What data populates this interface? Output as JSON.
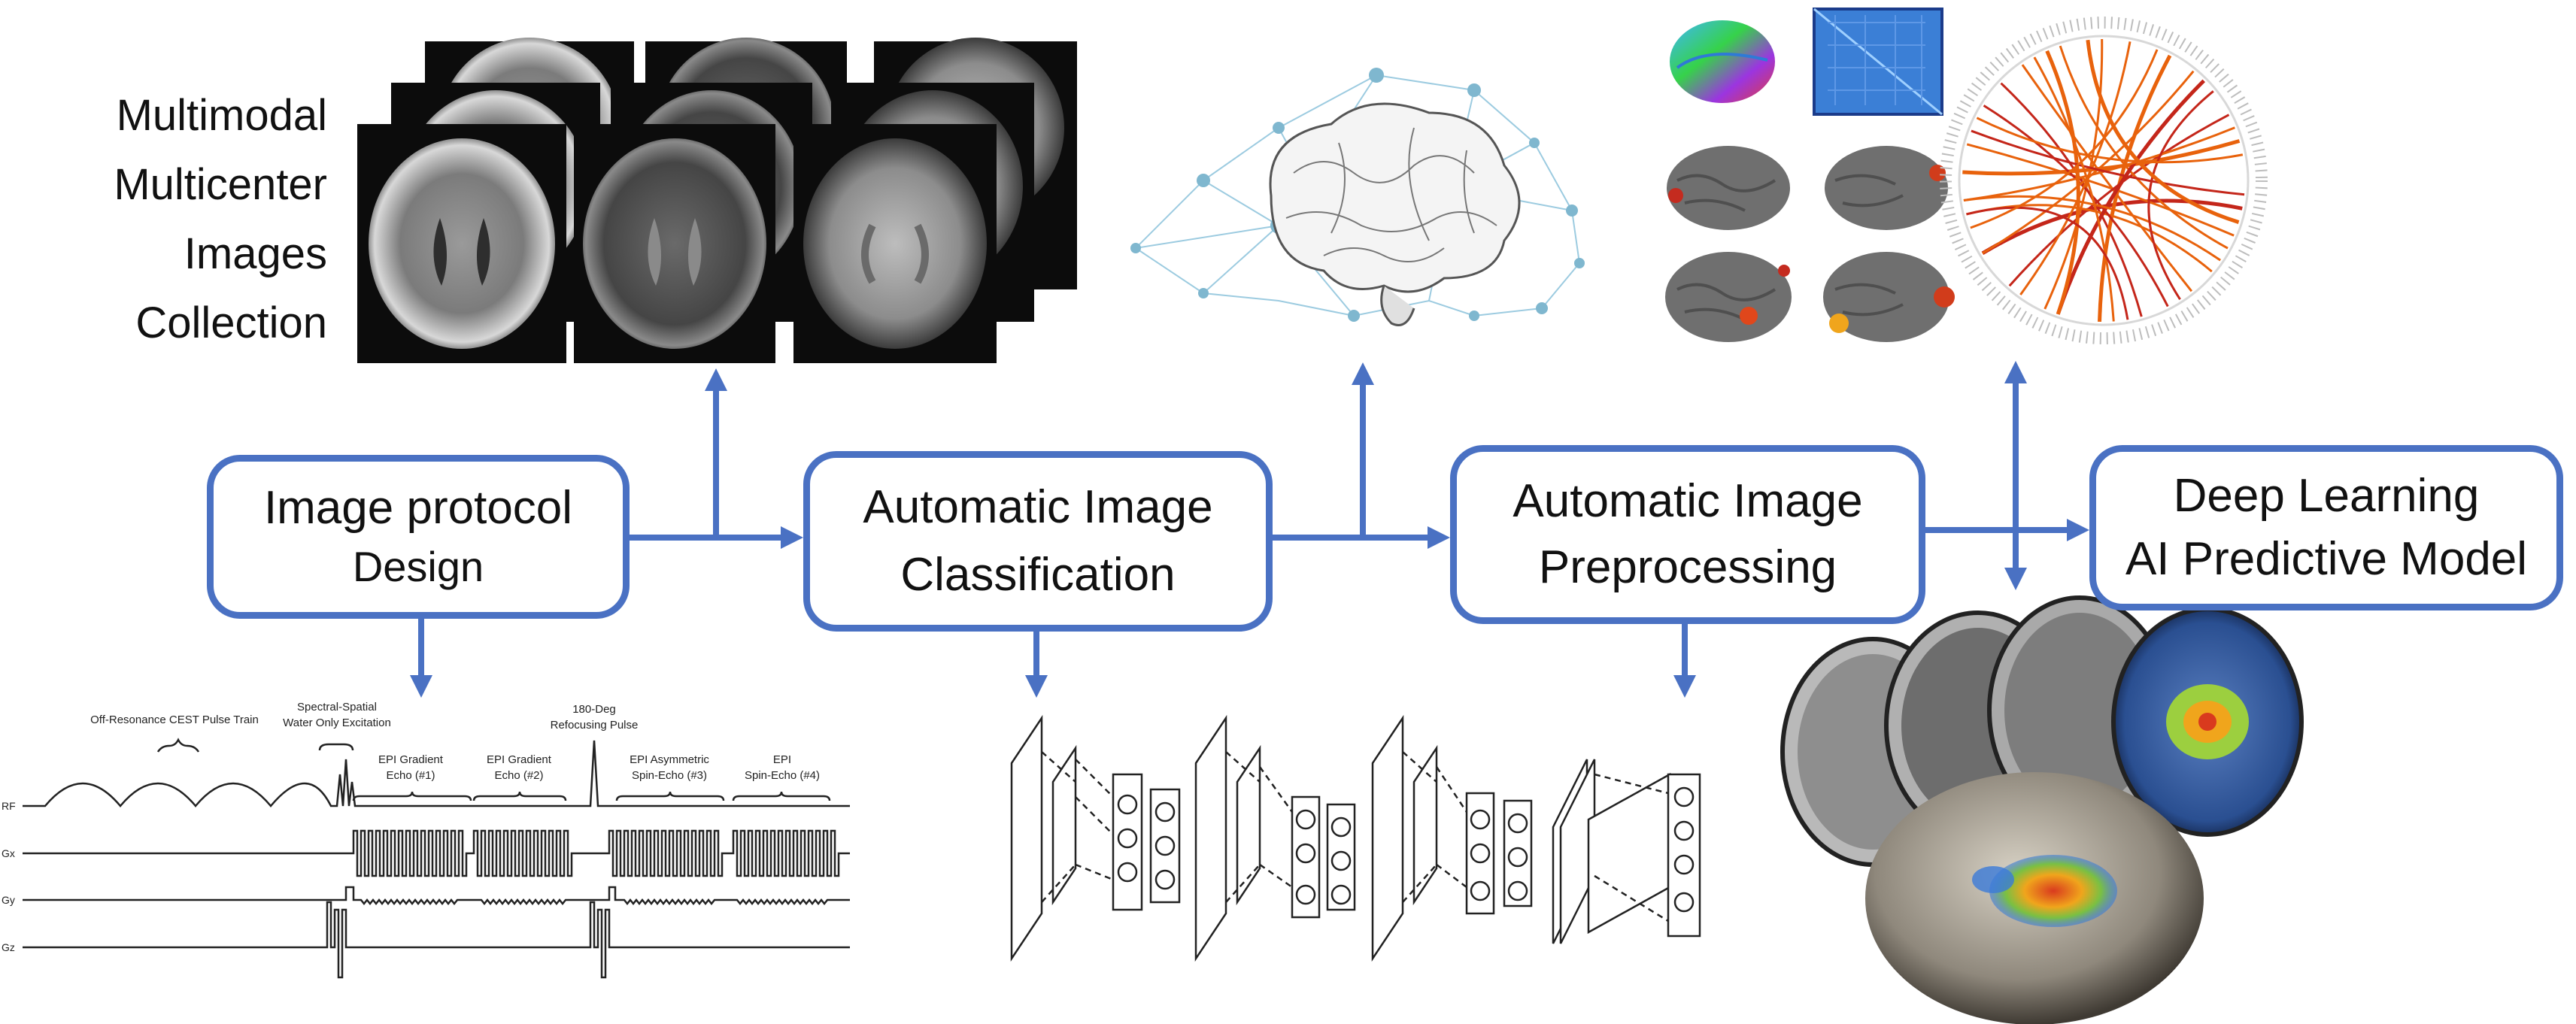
{
  "collection": {
    "lines": [
      "Multimodal",
      "Multicenter",
      "Images",
      "Collection"
    ]
  },
  "stages": [
    {
      "line1": "Image protocol",
      "line2": "Design"
    },
    {
      "line1": "Automatic Image",
      "line2": "Classification"
    },
    {
      "line1": "Automatic Image",
      "line2": "Preprocessing"
    },
    {
      "line1": "Deep Learning",
      "line2": "AI Predictive Model"
    }
  ],
  "pulse_sequence": {
    "channels": [
      "RF",
      "Gx",
      "Gy",
      "Gz"
    ],
    "labels": {
      "cest": "Off-Resonance CEST Pulse Train",
      "excitation_1": "Spectral-Spatial",
      "excitation_2": "Water Only Excitation",
      "refocus_1": "180-Deg",
      "refocus_2": "Refocusing Pulse",
      "echo1_1": "EPI Gradient",
      "echo1_2": "Echo (#1)",
      "echo2_1": "EPI Gradient",
      "echo2_2": "Echo (#2)",
      "echo3_1": "EPI Asymmetric",
      "echo3_2": "Spin-Echo (#3)",
      "echo4_1": "EPI",
      "echo4_2": "Spin-Echo (#4)"
    }
  },
  "colors": {
    "accent": "#4a71c3",
    "connectome_lines": "#e8620c",
    "brain_surface": "#6f6f6f",
    "network_nodes": "#7fb7cf"
  }
}
